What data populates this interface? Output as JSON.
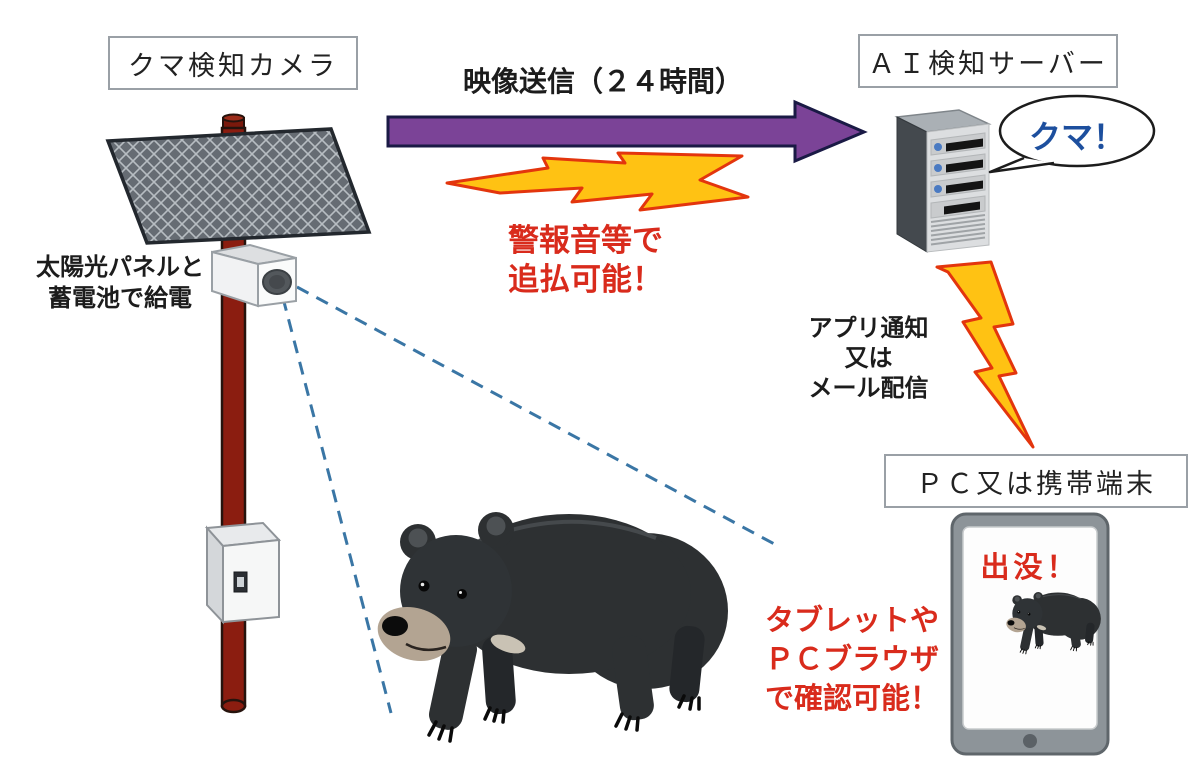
{
  "labels": {
    "camera_box": "クマ検知カメラ",
    "server_box": "ＡＩ検知サーバー",
    "device_box": "ＰＣ又は携帯端末"
  },
  "flow": {
    "transmission": "映像送信（２４時間）",
    "power": {
      "line1": "太陽光パネルと",
      "line2": "蓄電池で給電"
    },
    "alarm": {
      "line1": "警報音等で",
      "line2": "追払可能！"
    },
    "notify": {
      "line1": "アプリ通知",
      "line2": "又は",
      "line3": "メール配信"
    },
    "bubble": "クマ！",
    "device_alert": "出没！",
    "browser": {
      "line1": "タブレットや",
      "line2": "ＰＣブラウザ",
      "line3": "で確認可能！"
    }
  },
  "graphics": {
    "camera_unit": "solar-panel-camera-pole",
    "server_unit": "ai-server-tower",
    "device_unit": "tablet-device",
    "animal": "black-bear",
    "arrow": "video-stream-arrow",
    "bolt_left": "alarm-lightning-bolt",
    "bolt_right": "notification-lightning-bolt",
    "fov": "camera-field-of-view-dashes"
  },
  "colors": {
    "arrow_purple": "#7b4397",
    "arrow_outline": "#1a1a45",
    "bolt_fill": "#ffc213",
    "bolt_outline": "#e3350d",
    "alert_red": "#d92b1c",
    "bubble_text_blue": "#1d4f9e",
    "fov_dash_blue": "#3a76a5",
    "pole_maroon": "#8b1d10",
    "bear_dark": "#2d3032"
  }
}
